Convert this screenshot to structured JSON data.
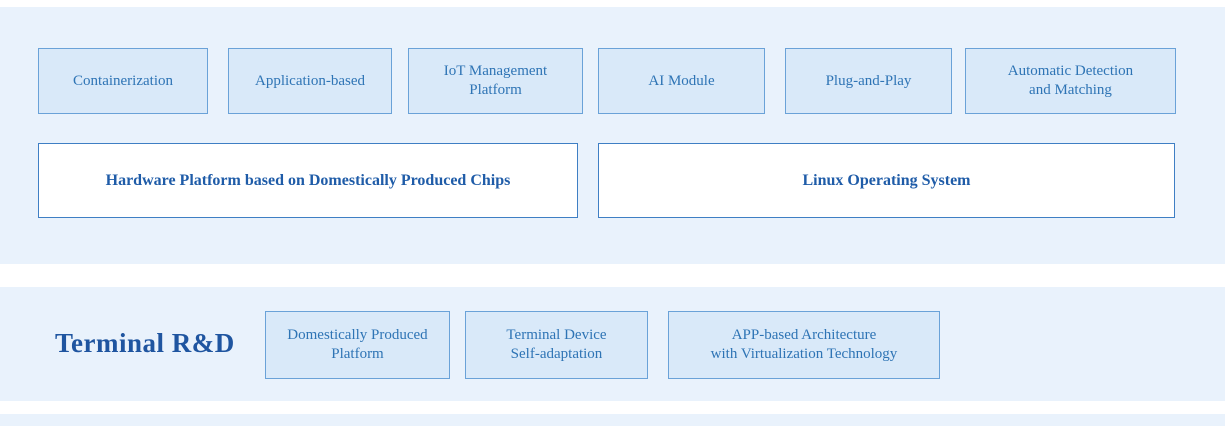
{
  "colors": {
    "band_background": "#e9f2fc",
    "small_box_fill": "#d9e9f9",
    "small_box_border": "#6aa2d8",
    "large_box_border": "#3f7fc4",
    "text_blue": "#2e74b5",
    "title_blue": "#1f55a0"
  },
  "top_section": {
    "feature_boxes": [
      {
        "label": "Containerization"
      },
      {
        "label": "Application-based"
      },
      {
        "label": "IoT Management Platform"
      },
      {
        "label": "AI Module"
      },
      {
        "label": "Plug-and-Play"
      },
      {
        "label": "Automatic Detection\nand Matching"
      }
    ],
    "platform_boxes": [
      {
        "label": "Hardware Platform based on Domestically Produced Chips"
      },
      {
        "label": "Linux Operating System"
      }
    ]
  },
  "bottom_section": {
    "title": "Terminal R&D",
    "feature_boxes": [
      {
        "label": "Domestically Produced\nPlatform"
      },
      {
        "label": "Terminal Device\nSelf-adaptation"
      },
      {
        "label": "APP-based Architecture\nwith Virtualization Technology"
      }
    ]
  }
}
